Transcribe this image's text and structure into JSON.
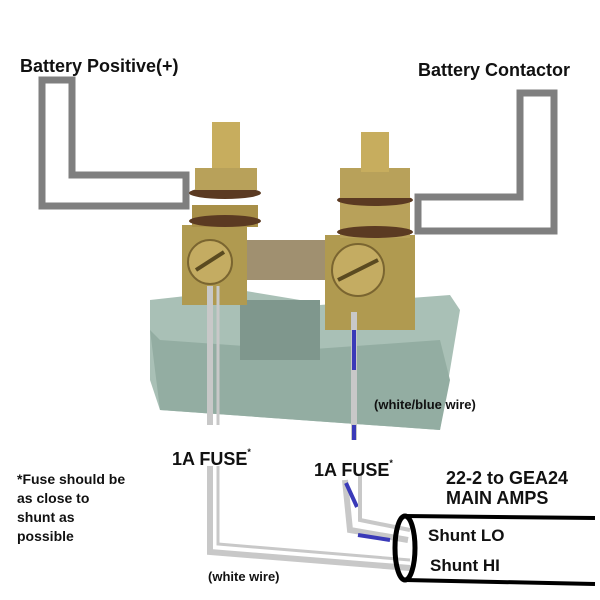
{
  "diagram": {
    "title_left": "Battery Positive(+)",
    "title_right": "Battery Contactor",
    "fuse_left": {
      "label": "1A FUSE",
      "mark": "*"
    },
    "fuse_right": {
      "label": "1A FUSE",
      "mark": "*"
    },
    "note": "*Fuse should be as close to shunt as possible",
    "wire_white_blue": "(white/blue wire)",
    "wire_white": "(white wire)",
    "cable_title_line1": "22-2 to GEA24",
    "cable_title_line2": "MAIN AMPS",
    "shunt_lo": "Shunt LO",
    "shunt_hi": "Shunt HI"
  },
  "colors": {
    "bracket": "#7f7f7f",
    "wire_white": "#c8c8c8",
    "wire_blue": "#3a3ab8",
    "brass": "#b8a15a",
    "base": "#9fb8ae",
    "cable": "#000000"
  }
}
